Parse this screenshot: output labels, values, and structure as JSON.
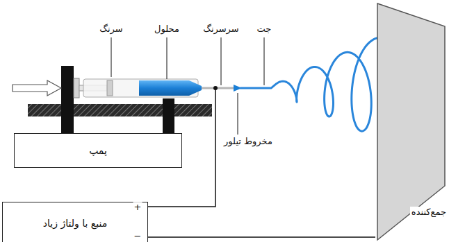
{
  "diagram": {
    "nodes": [
      {
        "text": [
          "پمپ"
        ]
      },
      {
        "text": [
          "منبع با ولتاژ زیاد"
        ]
      },
      {
        "text": [
          "جمع‌کننده"
        ]
      }
    ],
    "edges": [
      {
        "from": 1,
        "to": 2,
        "arrow": "none"
      }
    ],
    "labels": [
      "سرنگ",
      "محلول",
      "سرسرنگ",
      "جت",
      "مخروط تیلور",
      "+",
      "−"
    ]
  }
}
